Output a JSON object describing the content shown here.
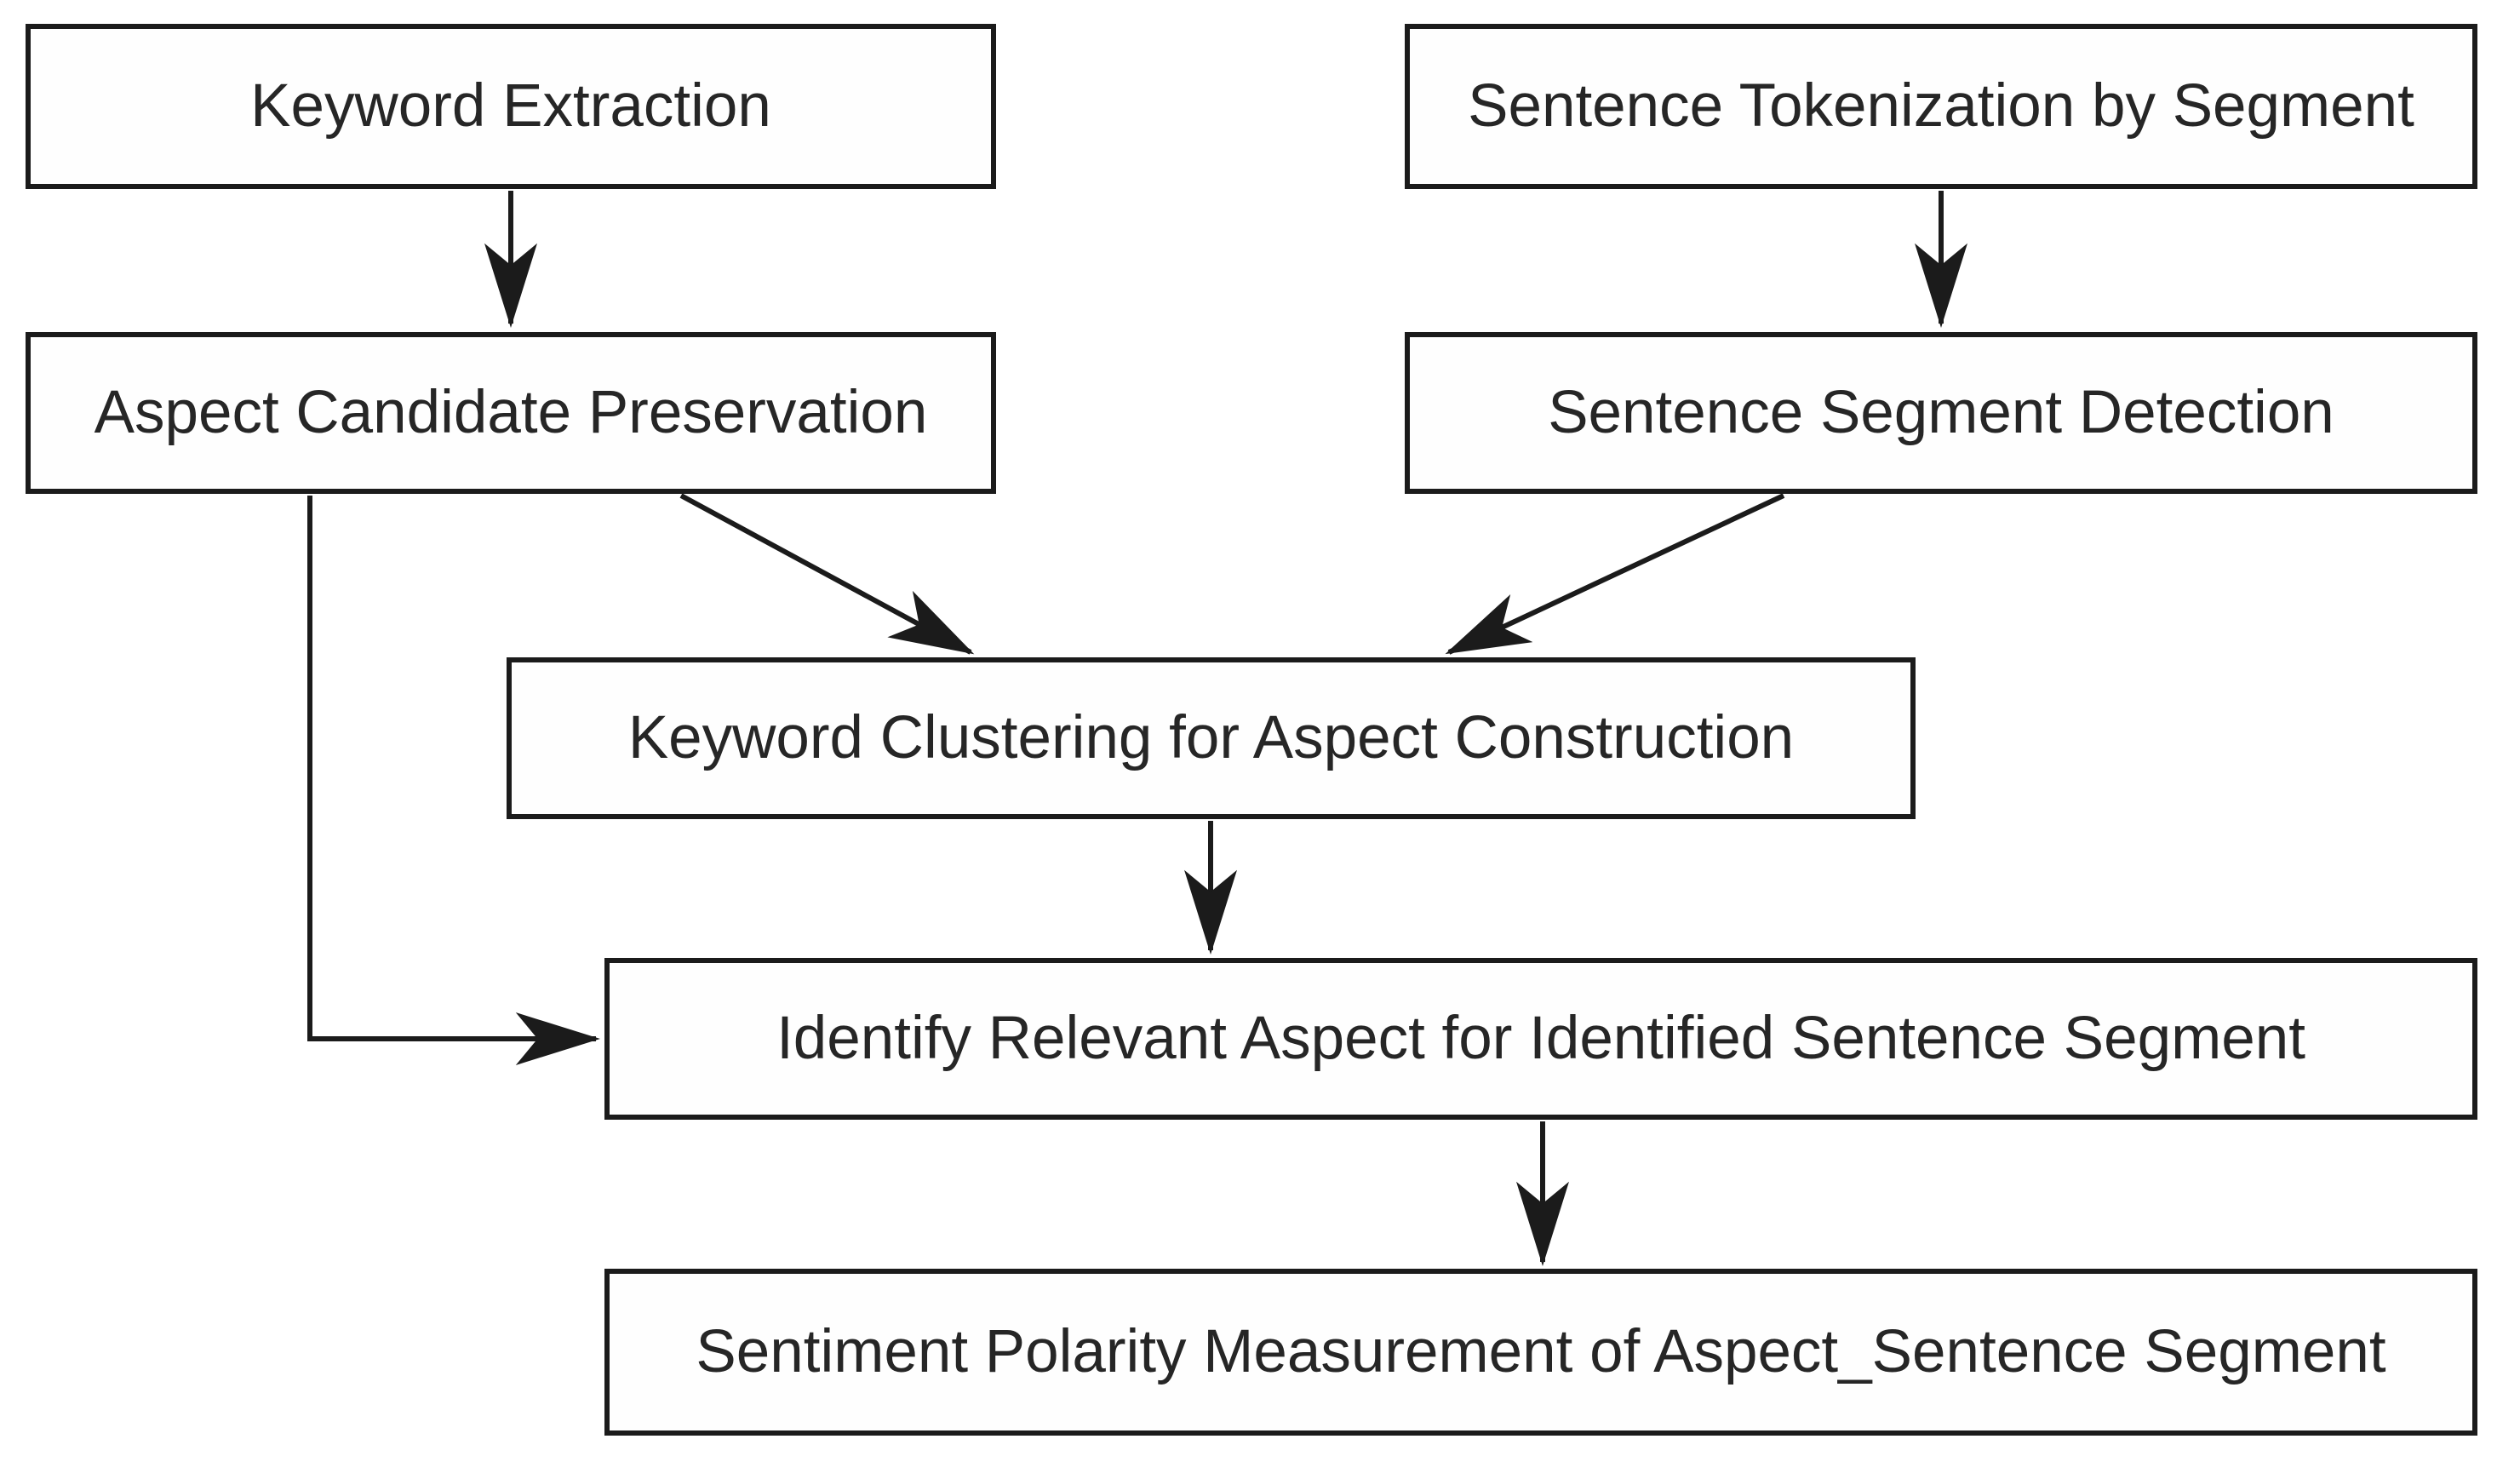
{
  "diagram": {
    "type": "flowchart",
    "colors": {
      "background": "#ffffff",
      "box_border": "#1b1b1b",
      "box_fill": "#fefefe",
      "arrow": "#1b1b1b",
      "text": "#262626"
    },
    "nodes": [
      {
        "id": "keyword-extraction",
        "label": "Keyword Extraction"
      },
      {
        "id": "sentence-tokenization",
        "label": "Sentence Tokenization by Segment"
      },
      {
        "id": "aspect-candidate-preservation",
        "label": "Aspect Candidate Preservation"
      },
      {
        "id": "sentence-segment-detection",
        "label": "Sentence Segment Detection"
      },
      {
        "id": "keyword-clustering",
        "label": "Keyword Clustering for Aspect Construction"
      },
      {
        "id": "identify-relevant-aspect",
        "label": "Identify Relevant Aspect for Identified Sentence Segment"
      },
      {
        "id": "sentiment-polarity",
        "label": "Sentiment Polarity Measurement of Aspect_Sentence Segment"
      }
    ],
    "edges": [
      {
        "from": "keyword-extraction",
        "to": "aspect-candidate-preservation",
        "style": "straight-down"
      },
      {
        "from": "sentence-tokenization",
        "to": "sentence-segment-detection",
        "style": "straight-down"
      },
      {
        "from": "aspect-candidate-preservation",
        "to": "keyword-clustering",
        "style": "diagonal-down-right"
      },
      {
        "from": "sentence-segment-detection",
        "to": "keyword-clustering",
        "style": "diagonal-down-left"
      },
      {
        "from": "keyword-clustering",
        "to": "identify-relevant-aspect",
        "style": "straight-down"
      },
      {
        "from": "aspect-candidate-preservation",
        "to": "identify-relevant-aspect",
        "style": "elbow-down-right"
      },
      {
        "from": "identify-relevant-aspect",
        "to": "sentiment-polarity",
        "style": "straight-down"
      }
    ]
  }
}
